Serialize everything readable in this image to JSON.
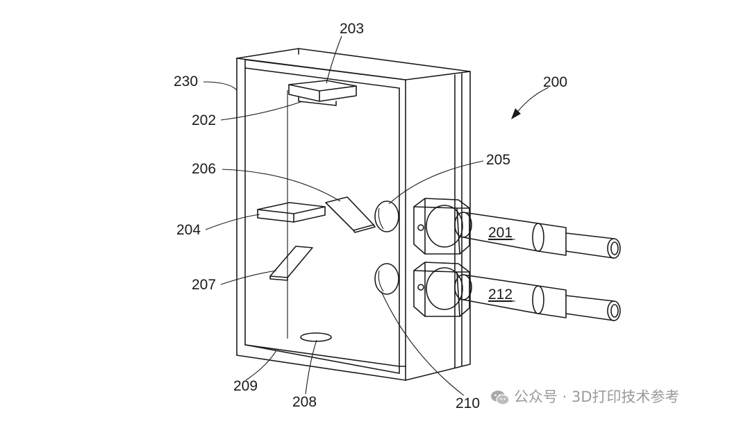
{
  "labels": {
    "l200": "200",
    "l201": "201",
    "l202": "202",
    "l203": "203",
    "l204": "204",
    "l205": "205",
    "l206": "206",
    "l207": "207",
    "l208": "208",
    "l209": "209",
    "l210": "210",
    "l212": "212",
    "l230": "230"
  },
  "watermark": {
    "text": "公众号 · 3D打印技术参考",
    "icon": "wechat-icon"
  }
}
